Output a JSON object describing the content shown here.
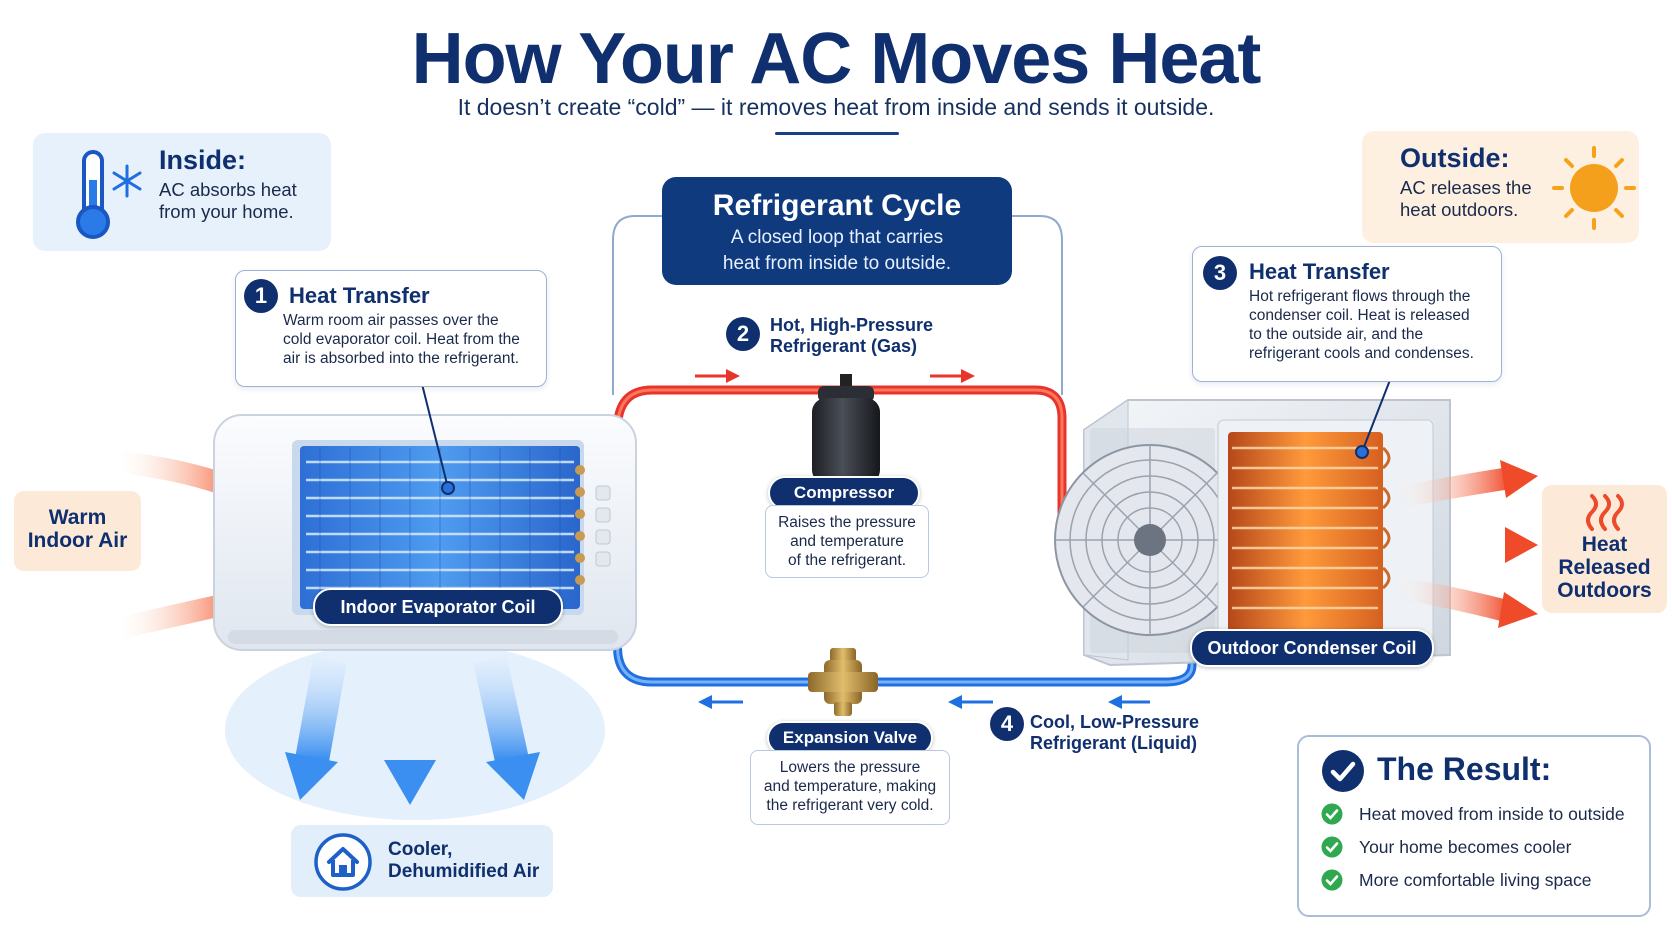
{
  "header": {
    "title": "How Your AC Moves Heat",
    "subtitle": "It doesn’t create “cold” — it removes heat from inside and sends it outside."
  },
  "inside_card": {
    "heading": "Inside:",
    "line1": "AC absorbs heat",
    "line2": "from your home."
  },
  "outside_card": {
    "heading": "Outside:",
    "line1": "AC releases the",
    "line2": "heat outdoors."
  },
  "cycle": {
    "title": "Refrigerant Cycle",
    "line1": "A closed loop that carries",
    "line2": "heat from inside to outside."
  },
  "steps": [
    {
      "number": "1",
      "title": "Heat Transfer",
      "lines": [
        "Warm room air passes over the",
        "cold evaporator coil. Heat from the",
        "air is absorbed into the refrigerant."
      ]
    },
    {
      "number": "2",
      "line1": "Hot, High-Pressure",
      "line2": "Refrigerant (Gas)"
    },
    {
      "number": "3",
      "title": "Heat Transfer",
      "lines": [
        "Hot refrigerant flows through the",
        "condenser coil. Heat is released",
        "to the outside air, and the",
        "refrigerant cools and condenses."
      ]
    },
    {
      "number": "4",
      "line1": "Cool, Low-Pressure",
      "line2": "Refrigerant (Liquid)"
    }
  ],
  "compressor": {
    "label": "Compressor",
    "lines": [
      "Raises the pressure",
      "and temperature",
      "of the refrigerant."
    ]
  },
  "expansion_valve": {
    "label": "Expansion Valve",
    "lines": [
      "Lowers the pressure",
      "and temperature, making",
      "the refrigerant very cold."
    ]
  },
  "indoor_coil_label": "Indoor Evaporator Coil",
  "outdoor_coil_label": "Outdoor Condenser Coil",
  "warm_air": {
    "line1": "Warm",
    "line2": "Indoor Air"
  },
  "heat_released": {
    "line1": "Heat",
    "line2": "Released",
    "line3": "Outdoors"
  },
  "cool_air": {
    "line1": "Cooler,",
    "line2": "Dehumidified Air"
  },
  "result": {
    "title": "The Result:",
    "items": [
      "Heat moved from inside to outside",
      "Your home becomes cooler",
      "More comfortable living space"
    ]
  },
  "colors": {
    "navy": "#0f2f6e",
    "hot": "#e8342b",
    "cold": "#1f6fe0",
    "warm_arrow": "#f46a3c",
    "check": "#2fa84f",
    "sun": "#f7a21b"
  },
  "icons": {
    "inside": "thermometer-snowflake-icon",
    "outside": "sun-icon",
    "heat": "heat-waves-icon",
    "cool": "home-icon",
    "result": "checkmark-circle-icon"
  }
}
